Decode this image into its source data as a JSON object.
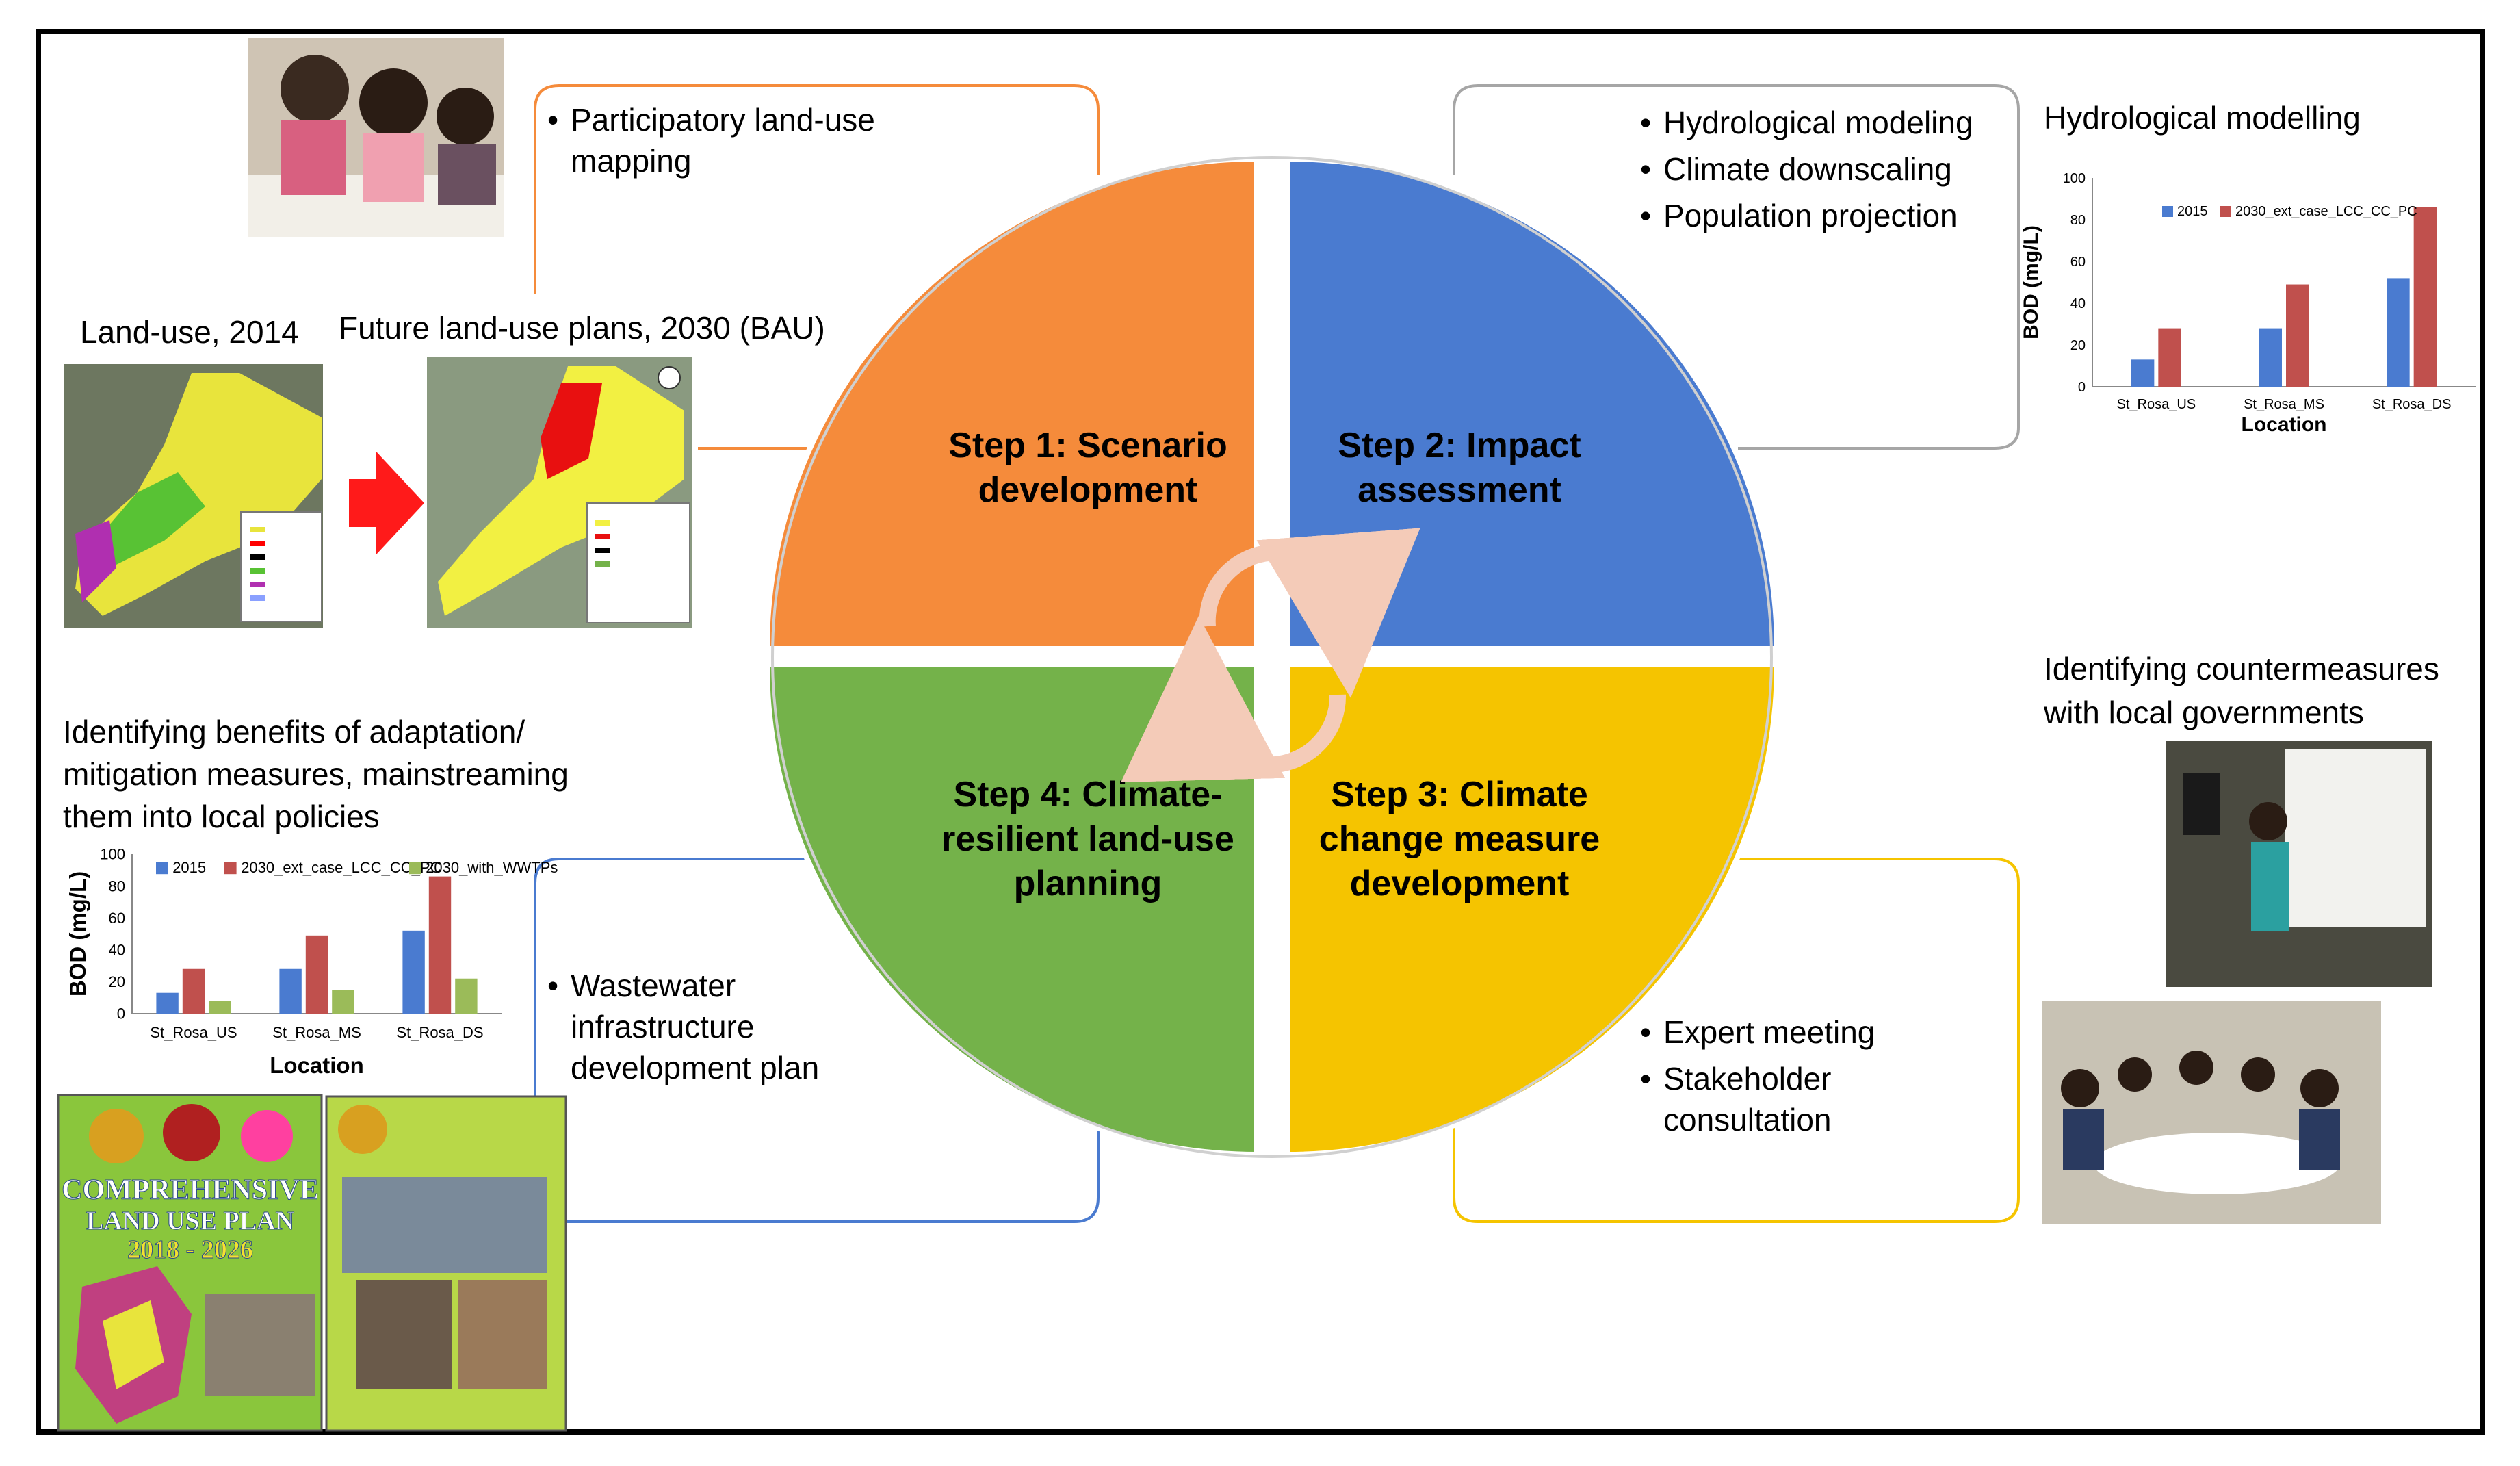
{
  "steps": [
    {
      "line1": "Step 1: Scenario",
      "line2": "development",
      "color": "#f58b3b"
    },
    {
      "line1": "Step 2: Impact",
      "line2": "assessment",
      "color": "#4a7bd0"
    },
    {
      "line1": "Step 3: Climate",
      "line2": "change measure",
      "line3": "development",
      "color": "#f5c400"
    },
    {
      "line1": "Step 4: Climate-",
      "line2": "resilient land-use",
      "line3": "planning",
      "color": "#74b24a"
    }
  ],
  "step1_panel": {
    "bullets": [
      "Participatory land-use mapping"
    ]
  },
  "step2_panel": {
    "bullets": [
      "Hydrological modeling",
      "Climate downscaling",
      "Population projection"
    ]
  },
  "step3_panel": {
    "bullets": [
      "Expert meeting",
      "Stakeholder consultation"
    ]
  },
  "step4_panel": {
    "bullets": [
      "Wastewater infrastructure development plan"
    ]
  },
  "labels": {
    "landuse_2014": "Land-use, 2014",
    "future_plans": "Future land-use plans, 2030 (BAU)",
    "hydro_title": "Hydrological modelling",
    "countermeasures": "Identifying countermeasures with local governments",
    "benefits": "Identifying benefits of adaptation/ mitigation measures, mainstreaming them into local policies"
  },
  "plan_cover": {
    "line1": "COMPREHENSIVE",
    "line2": "LAND USE PLAN",
    "line3": "2018 - 2026"
  },
  "chart_data": [
    {
      "type": "bar",
      "title": "",
      "xlabel": "Location",
      "ylabel": "BOD (mg/L)",
      "ylim": [
        0,
        100
      ],
      "yticks": [
        0,
        20,
        40,
        60,
        80,
        100
      ],
      "categories": [
        "St_Rosa_US",
        "St_Rosa_MS",
        "St_Rosa_DS"
      ],
      "series": [
        {
          "name": "2015",
          "values": [
            13,
            28,
            52
          ],
          "color": "#4a7bd0"
        },
        {
          "name": "2030_ext_case_LCC_CC_PC",
          "values": [
            28,
            49,
            86
          ],
          "color": "#c0504d"
        }
      ],
      "legend": "top",
      "grid": false
    },
    {
      "type": "bar",
      "title": "",
      "xlabel": "Location",
      "ylabel": "BOD (mg/L)",
      "ylim": [
        0,
        100
      ],
      "yticks": [
        0,
        20,
        40,
        60,
        80,
        100
      ],
      "categories": [
        "St_Rosa_US",
        "St_Rosa_MS",
        "St_Rosa_DS"
      ],
      "series": [
        {
          "name": "2015",
          "values": [
            13,
            28,
            52
          ],
          "color": "#4a7bd0"
        },
        {
          "name": "2030_ext_case_LCC_CC_PC",
          "values": [
            28,
            49,
            86
          ],
          "color": "#c0504d"
        },
        {
          "name": "2030_with_WWTPs",
          "values": [
            8,
            15,
            22
          ],
          "color": "#9bbb59"
        }
      ],
      "legend": "top",
      "grid": false
    }
  ]
}
